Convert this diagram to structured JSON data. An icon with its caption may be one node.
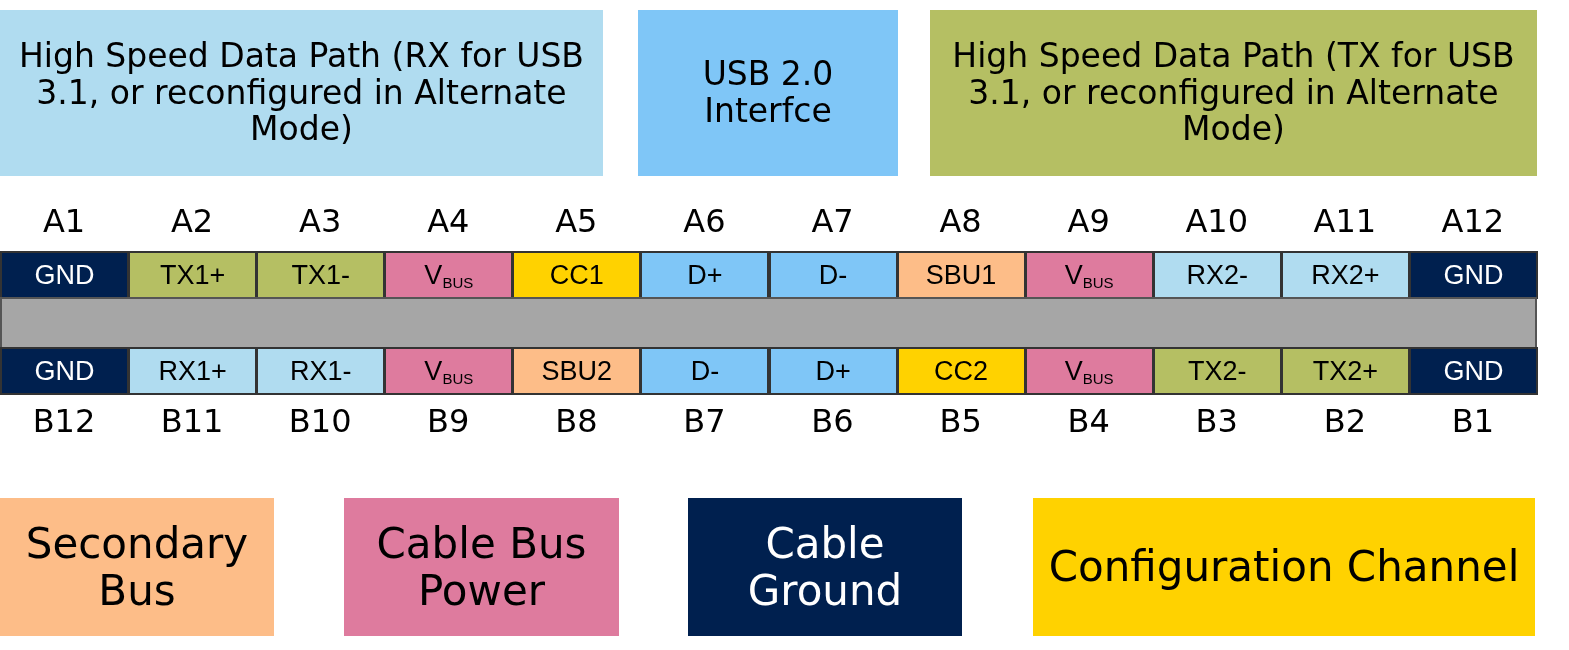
{
  "diagram": {
    "nodes": [
      {
        "text": [
          "GND"
        ],
        "beside": [
          "A1"
        ]
      },
      {
        "text": [
          "TX1+"
        ],
        "beside": [
          "A2"
        ]
      },
      {
        "text": [
          "TX1-"
        ],
        "beside": [
          "A3"
        ]
      },
      {
        "text": [
          "V$_{BUS}$"
        ],
        "beside": [
          "A4"
        ]
      },
      {
        "text": [
          "CC1"
        ],
        "beside": [
          "A5"
        ]
      },
      {
        "text": [
          "D+"
        ],
        "beside": [
          "A6"
        ]
      },
      {
        "text": [
          "D-"
        ],
        "beside": [
          "A7"
        ]
      },
      {
        "text": [
          "SBU1"
        ],
        "beside": [
          "A8"
        ]
      },
      {
        "text": [
          "V$_{BUS}$"
        ],
        "beside": [
          "A9"
        ]
      },
      {
        "text": [
          "RX2-"
        ],
        "beside": [
          "A10"
        ]
      },
      {
        "text": [
          "RX2+"
        ],
        "beside": [
          "A11"
        ]
      },
      {
        "text": [
          "GND"
        ],
        "beside": [
          "A12"
        ]
      },
      {
        "text": [],
        "shape": "bar"
      },
      {
        "text": [
          "GND"
        ],
        "beside": [
          "B12"
        ]
      },
      {
        "text": [
          "RX1+"
        ],
        "beside": [
          "B11"
        ]
      },
      {
        "text": [
          "RX1-"
        ],
        "beside": [
          "B10"
        ]
      },
      {
        "text": [
          "V$_{BUS}$"
        ],
        "beside": [
          "B9"
        ]
      },
      {
        "text": [
          "SBU2"
        ],
        "beside": [
          "B8"
        ]
      },
      {
        "text": [
          "D-"
        ],
        "beside": [
          "B7"
        ]
      },
      {
        "text": [
          "D+"
        ],
        "beside": [
          "B6"
        ]
      },
      {
        "text": [
          "CC2"
        ],
        "beside": [
          "B5"
        ]
      },
      {
        "text": [
          "V$_{BUS}$"
        ],
        "beside": [
          "B4"
        ]
      },
      {
        "text": [
          "TX2-"
        ],
        "beside": [
          "B3"
        ]
      },
      {
        "text": [
          "TX2+"
        ],
        "beside": [
          "B2"
        ]
      },
      {
        "text": [
          "GND"
        ],
        "beside": [
          "B1"
        ]
      }
    ],
    "legend": [
      {
        "text": "High Speed Data Path (RX for USB 3.1, or reconfigured in Alternate Mode)",
        "color": "#b0dcf0"
      },
      {
        "text": "USB 2.0 Interfce",
        "color": "#7fc6f7"
      },
      {
        "text": "High Speed Data Path (TX for USB 3.1, or reconfigured in Alternate Mode)",
        "color": "#b5bf63"
      },
      {
        "text": "Secondary Bus",
        "color": "#fdbd88"
      },
      {
        "text": "Cable Bus Power",
        "color": "#de7b9e"
      },
      {
        "text": "Cable Ground",
        "color": "#00204f"
      },
      {
        "text": "Configuration Channel",
        "color": "#ffd200"
      }
    ]
  }
}
